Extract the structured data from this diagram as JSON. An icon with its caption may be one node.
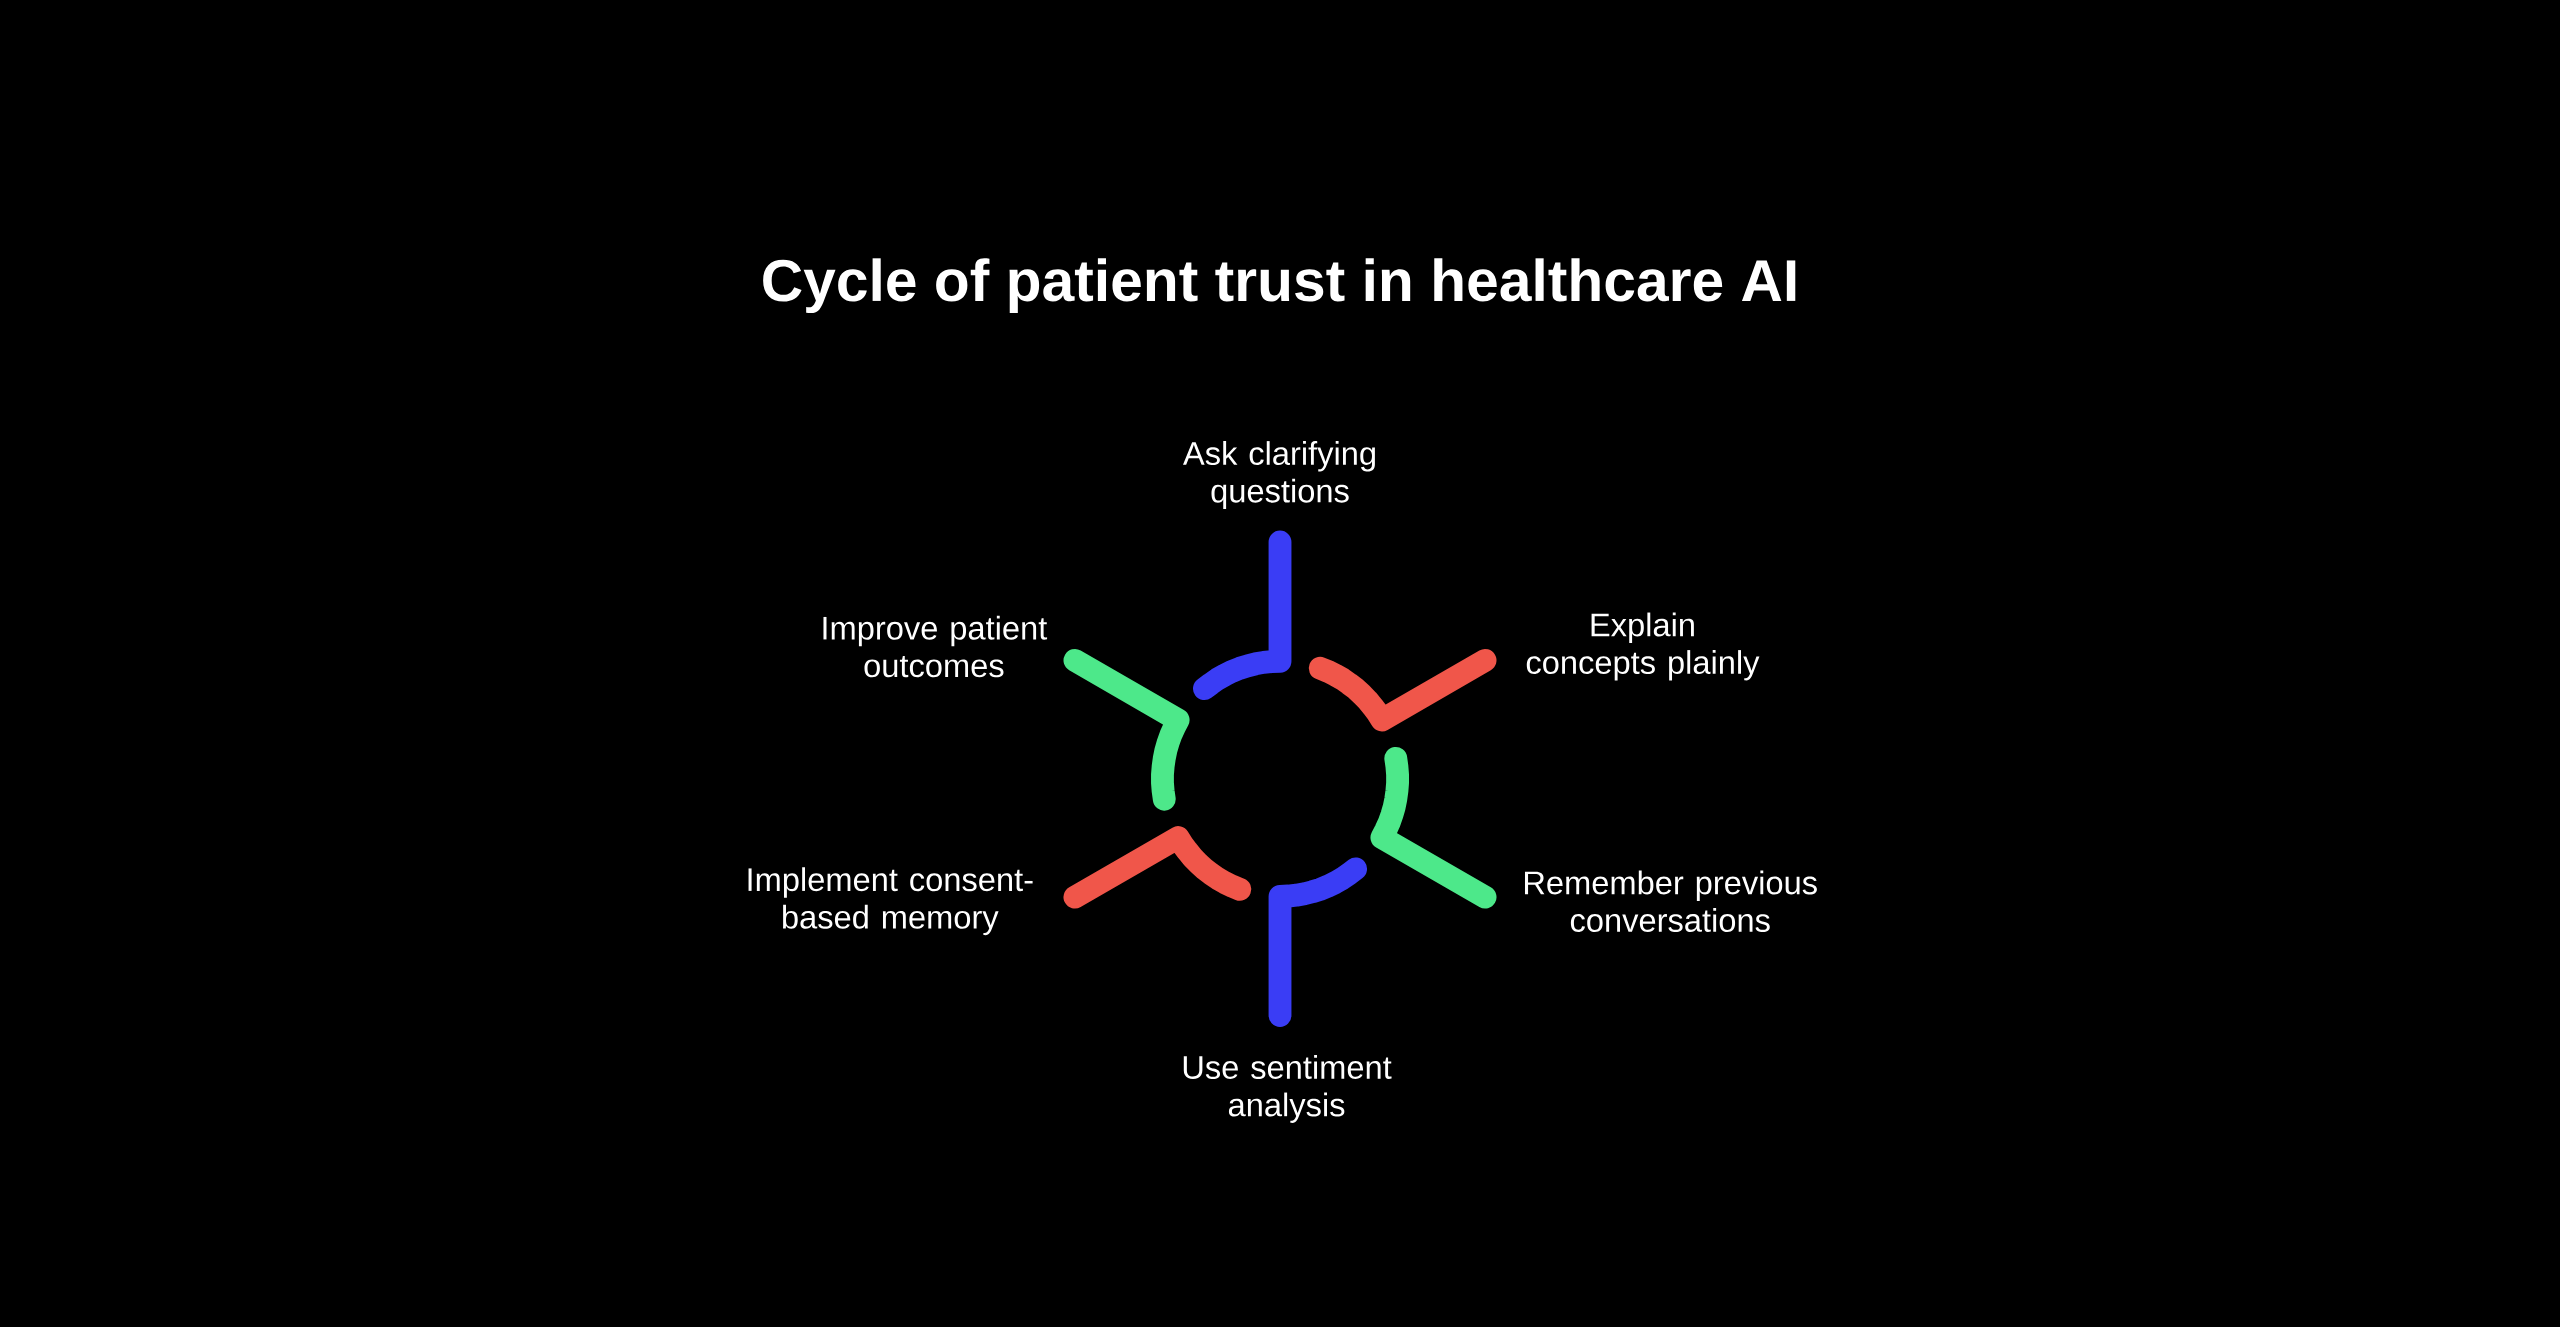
{
  "diagram": {
    "title": "Cycle of patient trust in healthcare AI",
    "nodes": [
      {
        "text": [
          "Ask clarifying questions"
        ]
      },
      {
        "text": [
          "Explain concepts plainly"
        ]
      },
      {
        "text": [
          "Remember previous conversations"
        ]
      },
      {
        "text": [
          "Use sentiment analysis"
        ]
      },
      {
        "text": [
          "Implement consent-based memory"
        ]
      },
      {
        "text": [
          "Improve patient outcomes"
        ]
      }
    ]
  }
}
